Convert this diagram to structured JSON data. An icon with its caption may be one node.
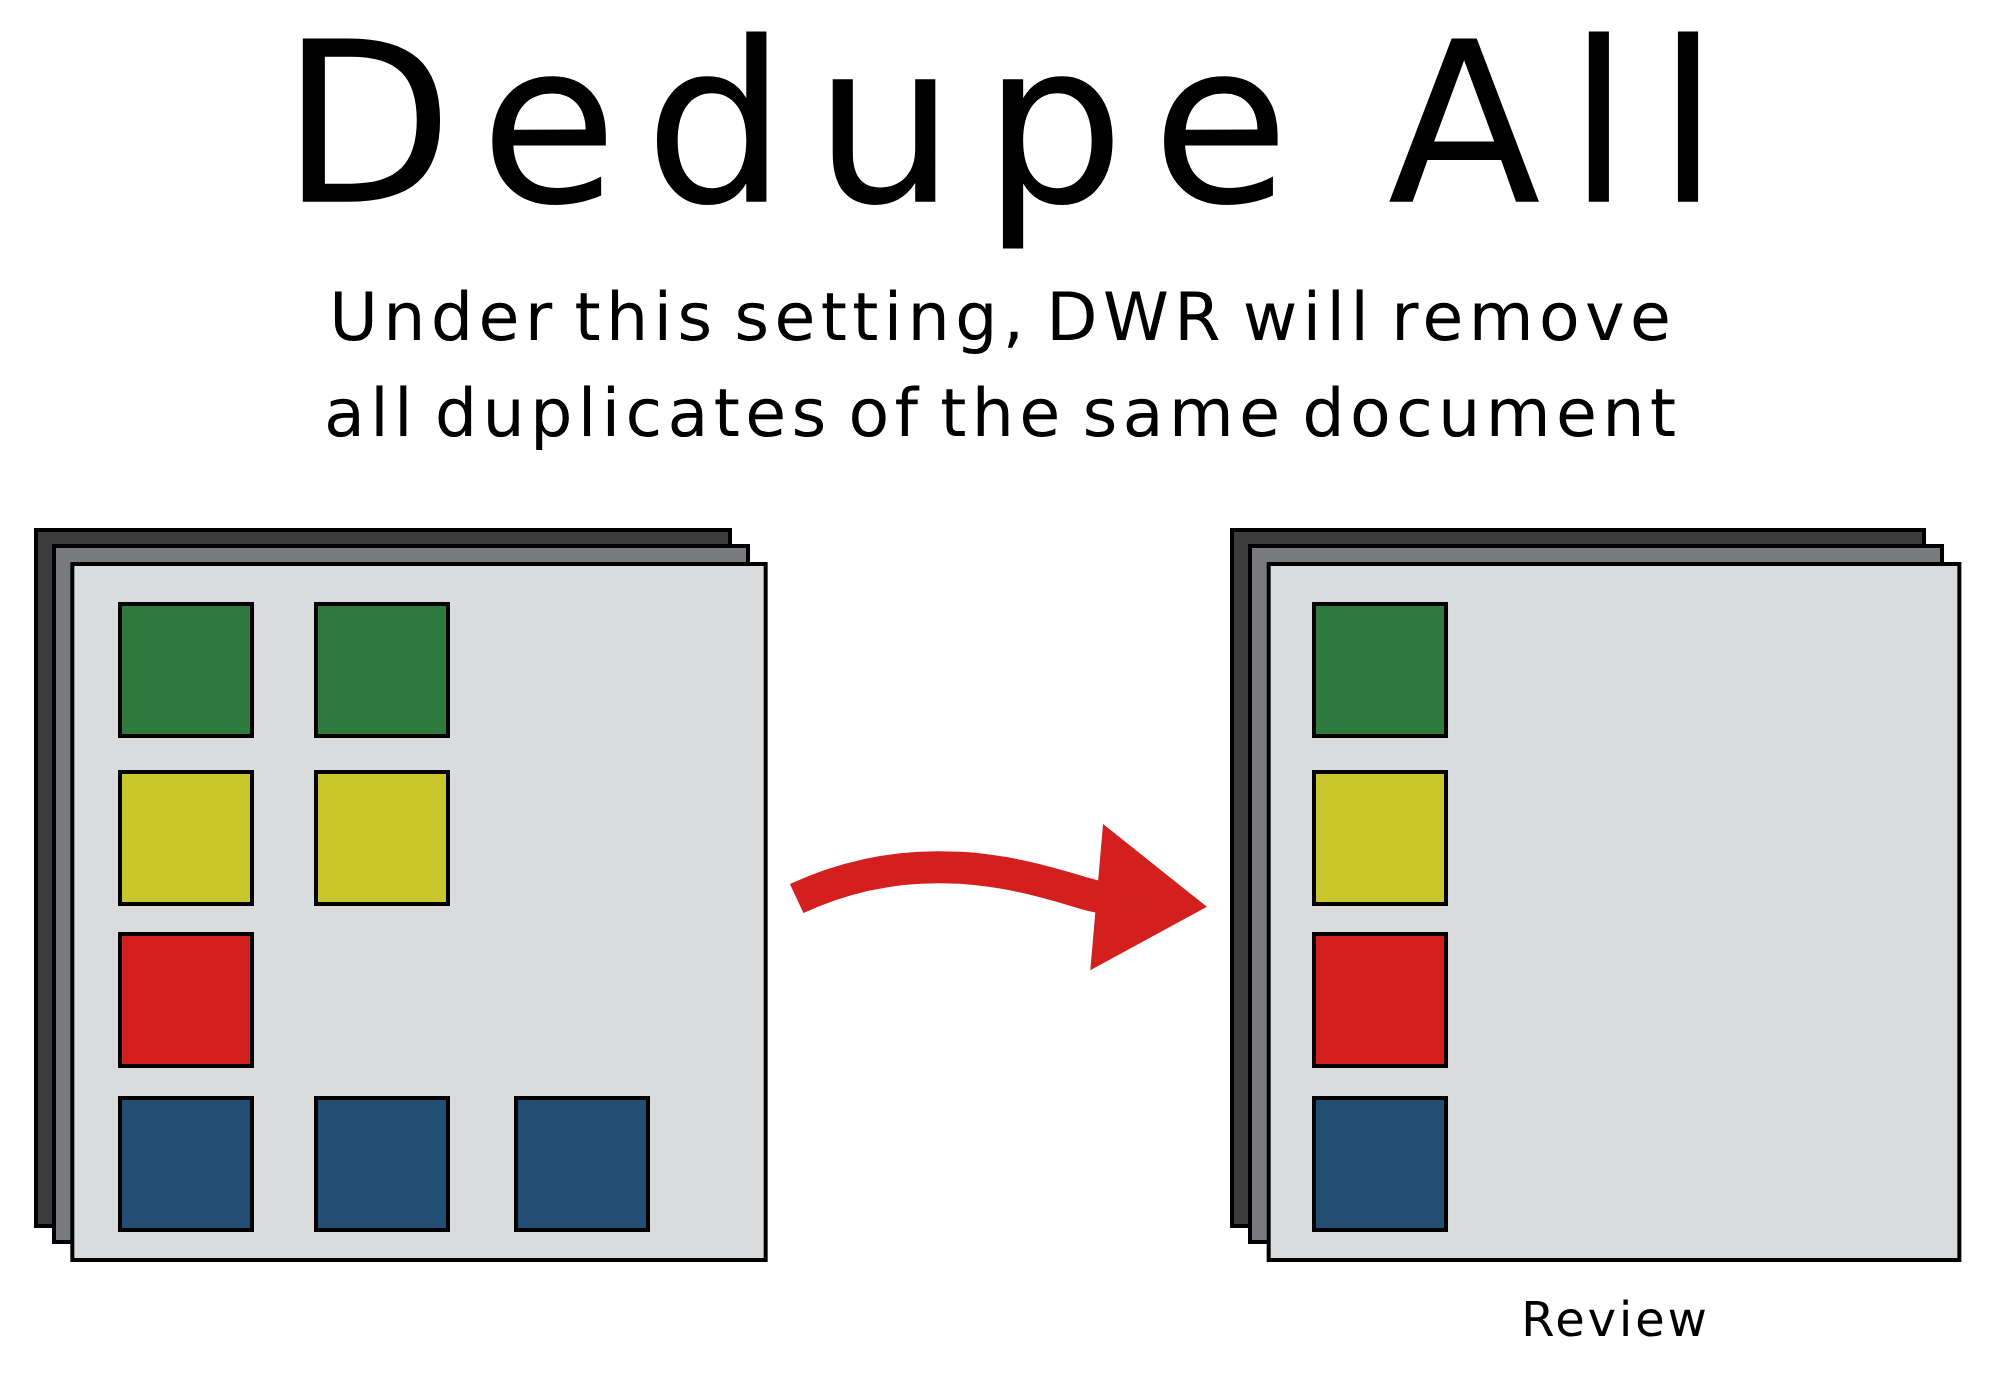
{
  "diagram": {
    "title": "Dedupe All",
    "caption": "Under this setting, DWR will remove all duplicates of the same document",
    "nodes": [
      {
        "text": [],
        "shape": "box"
      },
      {
        "text": [],
        "shape": "box",
        "beside": [
          "Review"
        ]
      }
    ],
    "edges": [
      {
        "from": 0,
        "to": 1,
        "arrow": "to",
        "color": "#d3201f"
      }
    ]
  }
}
